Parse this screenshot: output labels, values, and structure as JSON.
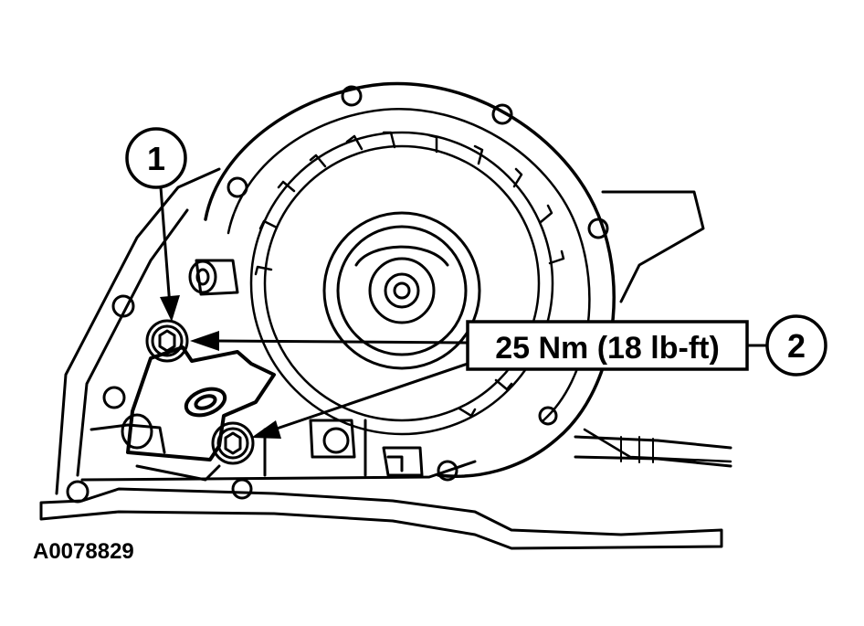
{
  "callouts": [
    {
      "id": "1",
      "label": "1"
    },
    {
      "id": "2",
      "label": "2"
    }
  ],
  "torque_spec": "25 Nm (18 lb-ft)",
  "figure_code": "A0078829",
  "colors": {
    "ink": "#000000",
    "paper": "#ffffff"
  }
}
